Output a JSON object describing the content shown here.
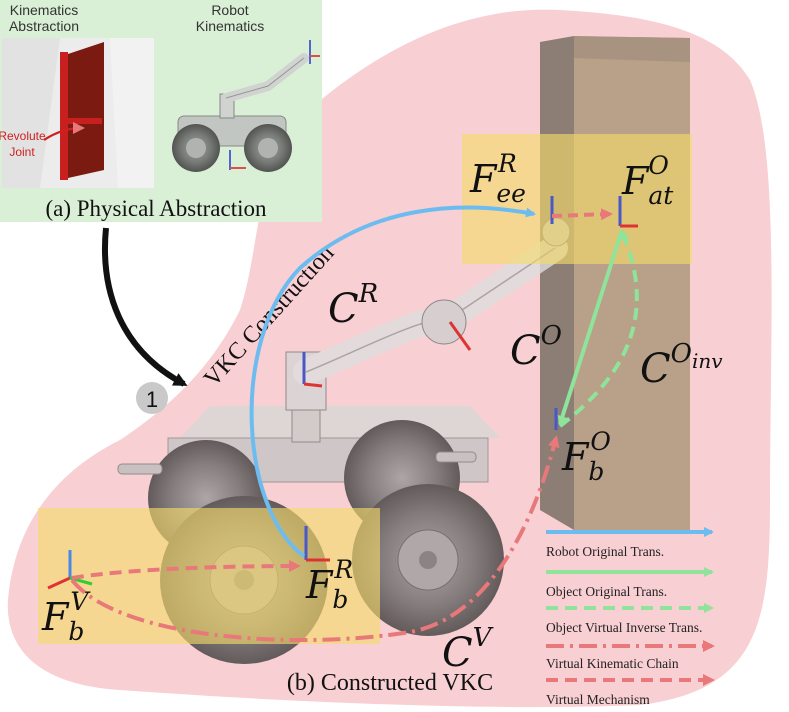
{
  "panel_a": {
    "header_left_1": "Kinematics",
    "header_left_2": "Abstraction",
    "header_right_1": "Robot",
    "header_right_2": "Kinematics",
    "revolute_1": "Revolute",
    "revolute_2": "Joint",
    "caption": "(a) Physical Abstraction"
  },
  "step": {
    "number": "1",
    "label": "VKC Construction"
  },
  "frames": {
    "F_ee_R": {
      "base": "F",
      "sub": "ee",
      "sup": "R"
    },
    "F_at_O": {
      "base": "F",
      "sub": "at",
      "sup": "O"
    },
    "F_b_O": {
      "base": "F",
      "sub": "b",
      "sup": "O"
    },
    "F_b_R": {
      "base": "F",
      "sub": "b",
      "sup": "R"
    },
    "F_b_V": {
      "base": "F",
      "sub": "b",
      "sup": "V"
    }
  },
  "chains": {
    "C_R": {
      "base": "C",
      "sup": "R"
    },
    "C_O": {
      "base": "C",
      "sup": "O"
    },
    "C_O_inv": {
      "base": "C",
      "sup": "O",
      "supsub": "inv"
    },
    "C_V": {
      "base": "C",
      "sup": "V"
    }
  },
  "legend": [
    {
      "label": "Robot Original Trans.",
      "color": "#6cbcf0",
      "style": "solid"
    },
    {
      "label": "Object Original Trans.",
      "color": "#8fe39a",
      "style": "solid"
    },
    {
      "label": "Object Virtual Inverse Trans.",
      "color": "#8fe39a",
      "style": "dashed"
    },
    {
      "label": "Virtual Kinematic Chain",
      "color": "#e8787a",
      "style": "dashdot"
    },
    {
      "label": "Virtual Mechanism",
      "color": "#e8787a",
      "style": "dashed"
    }
  ],
  "caption_b": "(b) Constructed VKC",
  "colors": {
    "blob": "#f8cfd2",
    "panel_a_bg": "#d9f0d6",
    "highlight": "#f6dc6a",
    "door": "#8c7e74",
    "door_side": "#b8a089"
  }
}
